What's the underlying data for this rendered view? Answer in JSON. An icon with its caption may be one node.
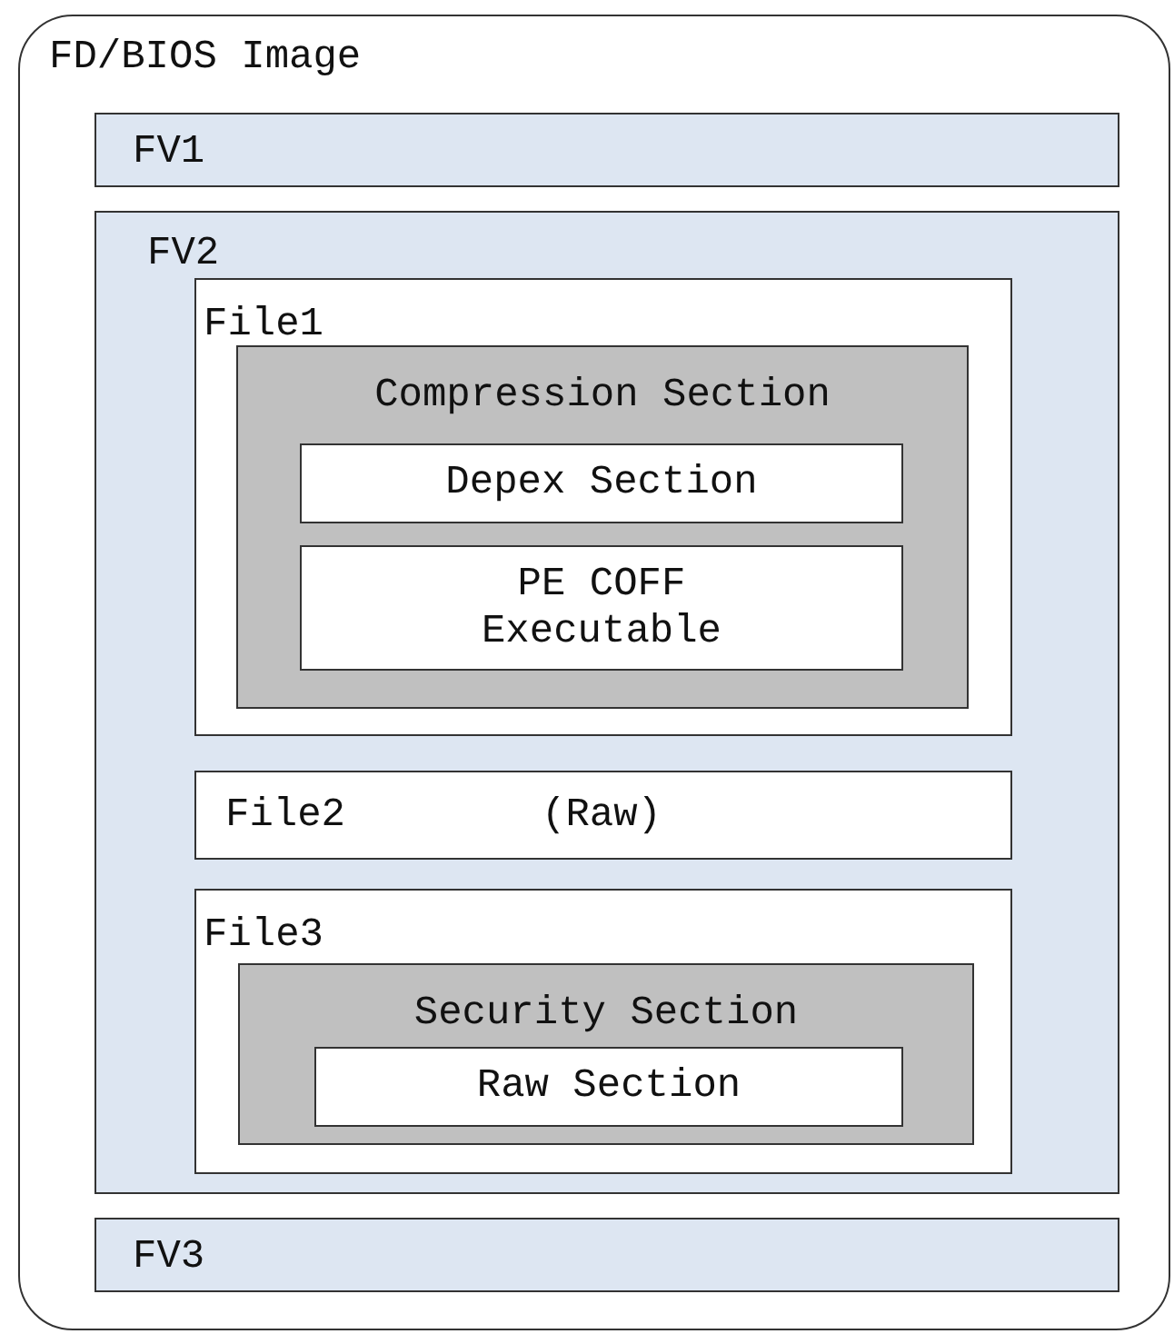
{
  "diagram": {
    "nodes": [
      {
        "text": [
          "FD/BIOS Image"
        ]
      },
      {
        "text": [
          "FV1"
        ],
        "in": 0
      },
      {
        "text": [
          "FV2"
        ],
        "in": 0
      },
      {
        "text": [
          "File1"
        ],
        "in": 2
      },
      {
        "text": [
          "Compression Section"
        ],
        "in": 3
      },
      {
        "text": [
          "Depex Section"
        ],
        "in": 4
      },
      {
        "text": [
          "PE COFF Executable"
        ],
        "in": 4
      },
      {
        "text": [
          "File2",
          "(Raw)"
        ],
        "in": 2
      },
      {
        "text": [
          "File3"
        ],
        "in": 2
      },
      {
        "text": [
          "Security Section"
        ],
        "in": 8
      },
      {
        "text": [
          "Raw Section"
        ],
        "in": 9
      },
      {
        "text": [
          "FV3"
        ],
        "in": 0
      }
    ]
  }
}
